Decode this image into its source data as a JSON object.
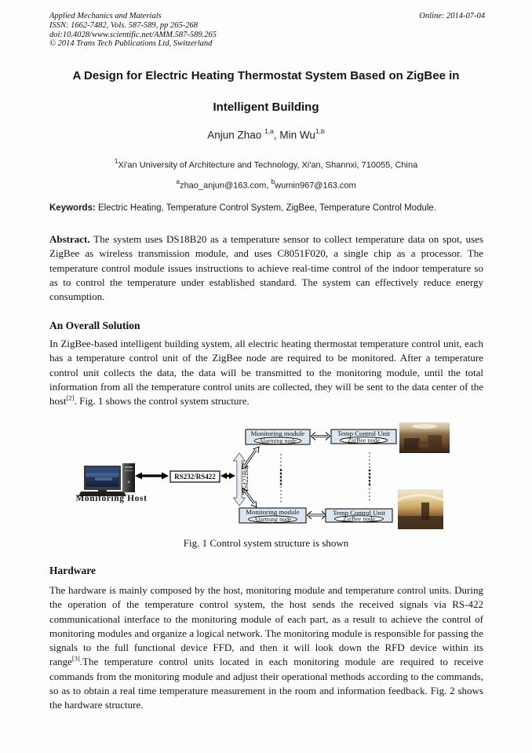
{
  "page": {
    "header": {
      "journal": "Applied Mechanics and Materials",
      "issn": "ISSN: 1662-7482, Vols. 587-589, pp 265-268",
      "doi": "doi:10.4028/www.scientific.net/AMM.587-589.265",
      "copyright": "© 2014 Trans Tech Publications Ltd, Switzerland",
      "online": "Online: 2014-07-04"
    },
    "title_line1": "A Design for Electric Heating Thermostat System Based on ZigBee in",
    "title_line2": "Intelligent Building",
    "authors": {
      "name1": "Anjun Zhao ",
      "sup1": "1,a",
      "sep": ", ",
      "name2": "Min Wu",
      "sup2": "1,b"
    },
    "affiliation": {
      "sup": "1",
      "text": "Xi'an University of Architecture and Technology, Xi'an, Shannxi, 710055, China"
    },
    "emails": {
      "sup_a": "a",
      "addr_a": "zhao_anjun@163.com",
      "sep": ", ",
      "sup_b": "b",
      "addr_b": "wumin967@163.com"
    },
    "keywords_label": "Keywords:",
    "keywords_text": " Electric Heating, Temperature Control System, ZigBee, Temperature Control Module.",
    "abstract_label": "Abstract.",
    "abstract_text": " The system uses DS18B20 as a temperature sensor to collect temperature data on spot, uses ZigBee as wireless transmission module, and uses C8051F020, a single chip as a processor. The temperature control module issues instructions to achieve real-time control of the indoor temperature so as to control the temperature under established standard. The system can effectively reduce energy consumption.",
    "section_overall": {
      "heading": "An Overall Solution",
      "body_before_ref": "In ZigBee-based intelligent building system, all electric heating thermostat temperature control unit, each has a temperature control unit of the ZigBee node are required to be monitored. After a temperature control unit collects the data, the data will be transmitted to the monitoring module, until the total information from all the temperature control units are collected, they will be sent to the data center of the host",
      "ref": "[2]",
      "body_after_ref": ". Fig. 1 shows the control system structure."
    },
    "figure1": {
      "caption": "Fig. 1 Control system structure is shown",
      "host_label": "Monitoring Host",
      "rs_box_label": "RS232/RS422",
      "bus_label": "RS422Bus",
      "monitoring_module_label": "Monitoring module",
      "alarming_node_label": "Alarming node",
      "temp_unit_label": "Temp Control Unit",
      "zigbee_node_label": "ZigBee node",
      "colors": {
        "module_box_fill": "#dce6f1",
        "bus_fill": "#e6ebf4",
        "monitor_screen": "#27406e",
        "arrow": "#000000"
      }
    },
    "section_hardware": {
      "heading": "Hardware",
      "body_before_ref": "The hardware is mainly composed by the host, monitoring module and temperature control units. During the operation of the temperature control system, the host sends the received signals via RS-422 communicational interface to the monitoring module of each part, as a result to achieve the control of monitoring modules and organize a logical network. The monitoring module is responsible for passing the signals to the full functional device FFD, and then it will look down the RFD device within its range",
      "ref": "[3]",
      "body_after_ref": ".The temperature control units located in each monitoring module are required to receive commands from the monitoring module and adjust their operational methods according to the commands, so as to obtain a real time temperature measurement in the room and information feedback. Fig. 2 shows the hardware structure."
    }
  }
}
